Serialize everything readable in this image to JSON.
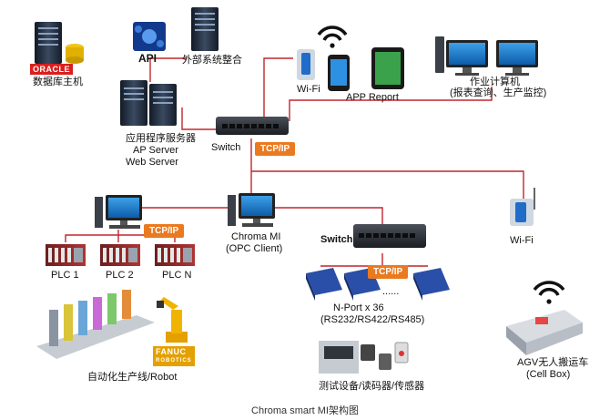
{
  "labels": {
    "db_host": "数据库主机",
    "oracle_logo": "ORACLE",
    "api": "API",
    "external_integration": "外部系统整合",
    "app_server_line1": "应用程序服务器",
    "app_server_line2": "AP Server",
    "app_server_line3": "Web Server",
    "wifi_top": "Wi-Fi",
    "app_report": "APP Report",
    "workstation_line1": "作业计算机",
    "workstation_line2": "(报表查询、生产监控)",
    "switch_top": "Switch",
    "tcpip_top": "TCP/IP",
    "tcpip_left": "TCP/IP",
    "plc1": "PLC 1",
    "plc2": "PLC 2",
    "plcn": "PLC N",
    "chroma_mi_line1": "Chroma MI",
    "chroma_mi_line2": "(OPC Client)",
    "switch_mid": "Switch",
    "tcpip_mid": "TCP/IP",
    "wifi_right": "Wi-Fi",
    "dots": "......",
    "nport_line1": "N-Port  x 36",
    "nport_line2": "(RS232/RS422/RS485)",
    "fanuc": "FANUC",
    "fanuc_sub": "ROBOTICS",
    "production_line": "自动化生产线/Robot",
    "test_equipment": "测试设备/读码器/传感器",
    "agv_line1": "AGV无人搬运车",
    "agv_line2": "(Cell Box)"
  },
  "caption": "Chroma smart MI架构图",
  "colors": {
    "link_line": "#c0262d",
    "tcpip_tag": "#ea7a1f",
    "server_dark": "#1f2a3a",
    "switch_body": "#2b2f36",
    "nport_blue": "#2a4fa8"
  }
}
